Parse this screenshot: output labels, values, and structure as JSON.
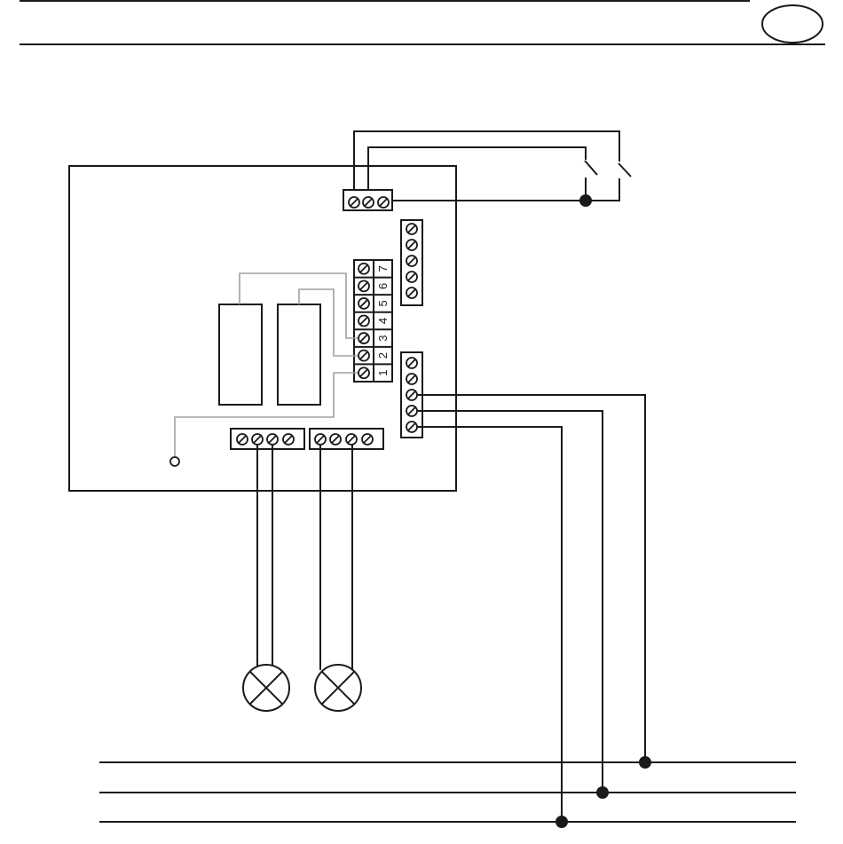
{
  "terminal_labels": [
    "1",
    "2",
    "3",
    "4",
    "5",
    "6",
    "7"
  ]
}
